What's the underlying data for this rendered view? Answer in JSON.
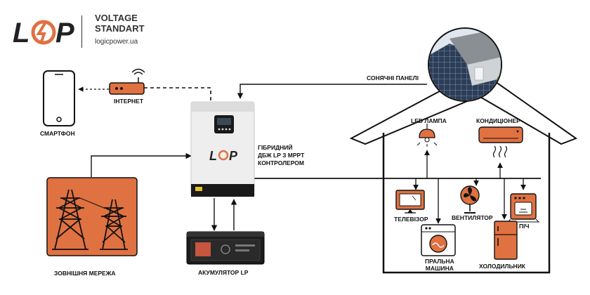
{
  "brand": {
    "name_line1": "VOLTAGE",
    "name_line2": "STANDART",
    "url": "logicpower.ua"
  },
  "colors": {
    "accent": "#E07141",
    "dark": "#1a1a1a",
    "line": "#111111",
    "inverter_body": "#eeeeee"
  },
  "labels": {
    "smartphone": "СМАРТФОН",
    "internet": "ІНТЕРНЕТ",
    "solar": "СОНЯЧНІ ПАНЕЛІ",
    "inverter_l1": "ГІБРИДНИЙ",
    "inverter_l2": "ДБЖ LP З MPPT",
    "inverter_l3": "КОНТРОЛЕРОМ",
    "grid": "ЗОВНІШНЯ МЕРЕЖА",
    "battery": "АКУМУЛЯТОР LP",
    "led": "LED ЛАМПА",
    "ac": "КОНДИЦІОНЕР",
    "tv": "ТЕЛЕВІЗОР",
    "fan": "ВЕНТИЛЯТОР",
    "stove": "ПІЧ",
    "washer_l1": "ПРАЛЬНА",
    "washer_l2": "МАШИНА",
    "fridge": "ХОЛОДИЛЬНИК"
  },
  "diagram_nodes": {
    "nodes": [
      "smartphone",
      "internet-router",
      "solar-panels",
      "hybrid-inverter",
      "external-grid",
      "battery",
      "led-lamp",
      "air-conditioner",
      "tv",
      "fan",
      "stove",
      "washing-machine",
      "fridge"
    ]
  }
}
